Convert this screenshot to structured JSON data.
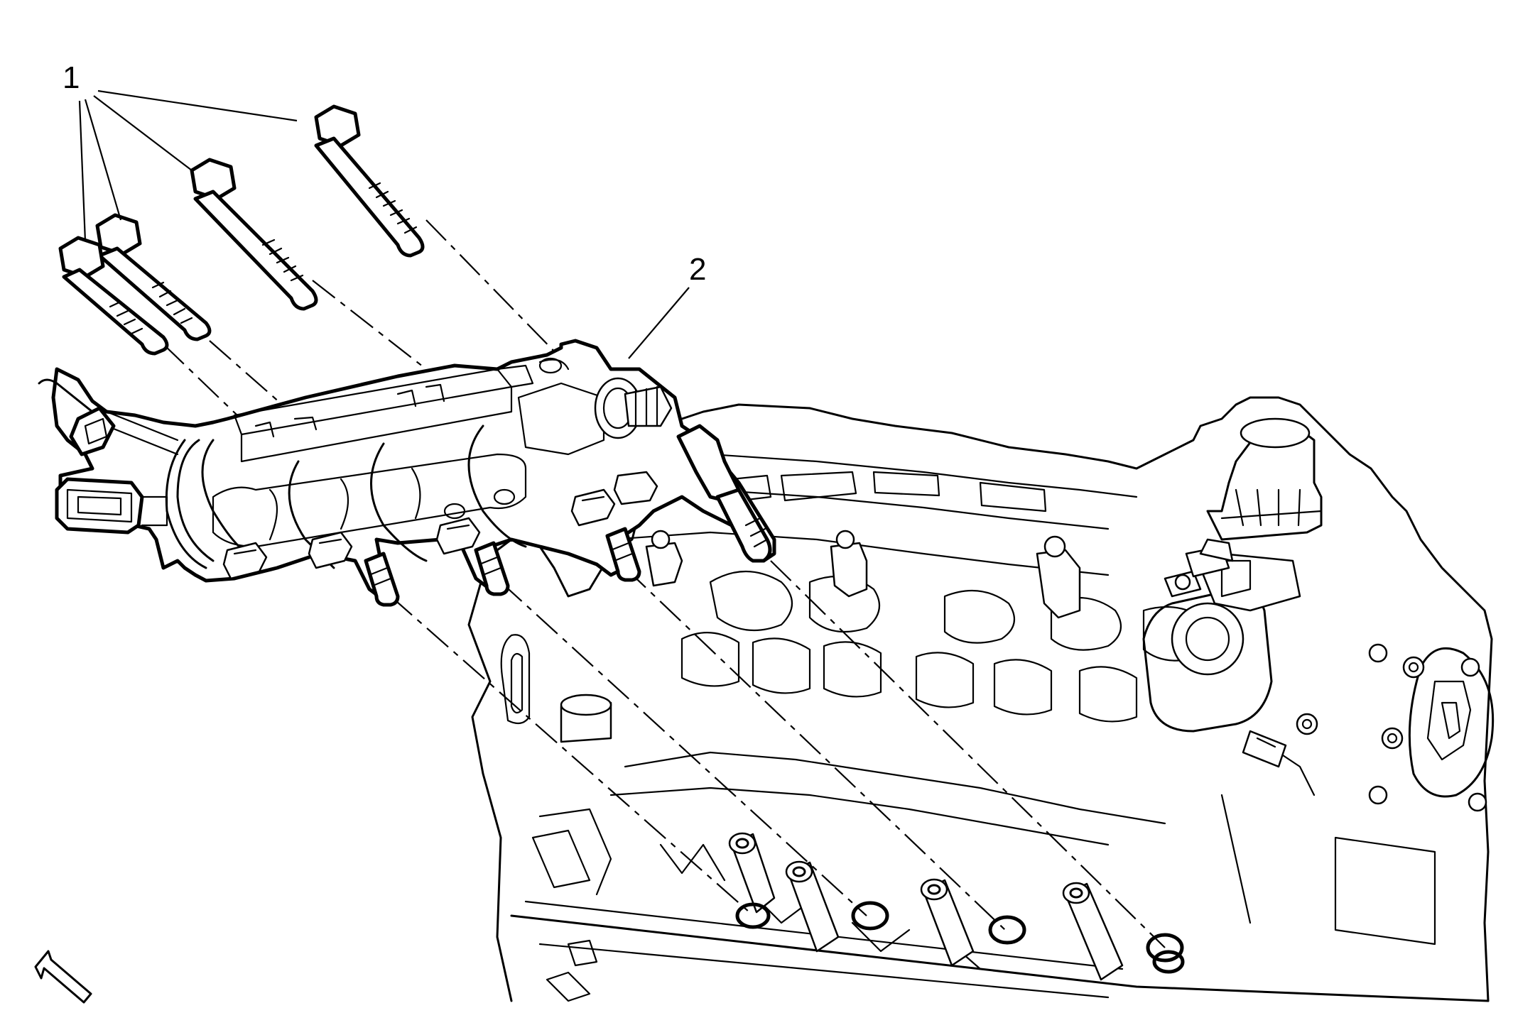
{
  "diagram": {
    "callouts": [
      {
        "id": "1",
        "label": "1"
      },
      {
        "id": "2",
        "label": "2"
      }
    ],
    "parts": {
      "bolts": [
        "fuel-rail-bolt",
        "fuel-rail-bolt",
        "fuel-rail-bolt",
        "fuel-rail-bolt"
      ],
      "assembly": "fuel-rail-assembly",
      "base": "cylinder-head"
    },
    "direction_arrow": "front-arrow-icon"
  }
}
